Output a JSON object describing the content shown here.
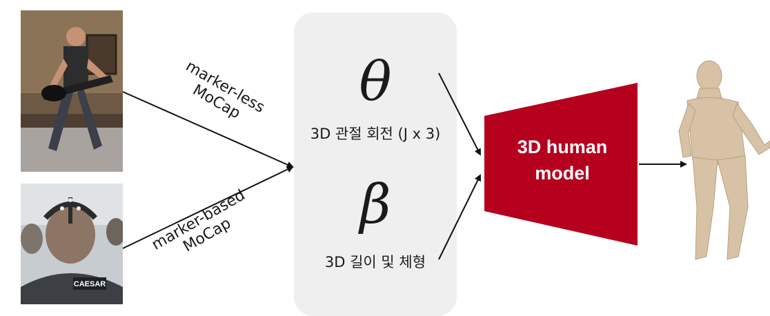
{
  "inputs": {
    "markerless_label_line1": "marker-less",
    "markerless_label_line2": "MoCap",
    "markerbased_label_line1": "marker-based",
    "markerbased_label_line2": "MoCap"
  },
  "parameters": {
    "theta_symbol": "θ",
    "theta_description": "3D 관절 회전 (J x 3)",
    "beta_symbol": "β",
    "beta_description": "3D 길이 및 체형"
  },
  "model": {
    "line1": "3D human",
    "line2": "model",
    "color": "#b5001e"
  },
  "photo_bottom": {
    "badge_text": "CAESAR"
  },
  "colors": {
    "panel": "#efefef",
    "arrow": "#111111",
    "body_mesh": "#d8c2a6"
  }
}
